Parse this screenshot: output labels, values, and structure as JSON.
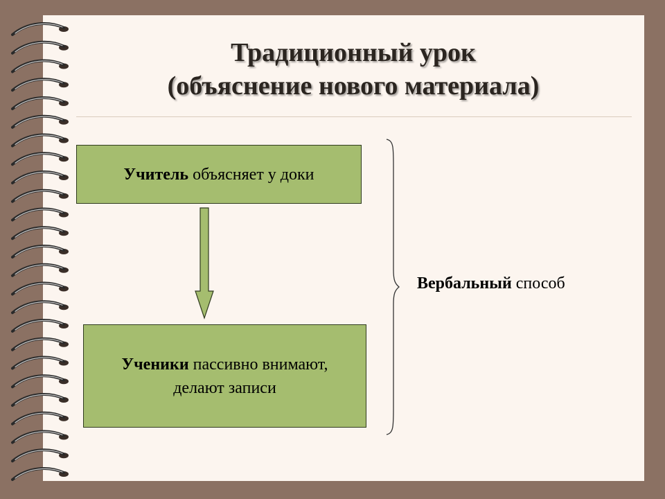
{
  "slide": {
    "title_line1": "Традиционный урок",
    "title_line2": "(объяснение нового материала)"
  },
  "teacher_box": {
    "subject": "Учитель",
    "text": "объясняет у доки"
  },
  "students_box": {
    "subject": "Ученики",
    "text_line1": "пассивно внимают,",
    "text_line2": "делают записи"
  },
  "method_label": {
    "subject": "Вербальный",
    "text": "способ"
  },
  "colors": {
    "frame": "#8b7163",
    "paper": "#fcf5ef",
    "box_fill": "#a5bd6f",
    "arrow_fill": "#a5bd6f"
  },
  "icons": {
    "binding": "spiral-binding-rings",
    "arrow": "down-arrow",
    "brace": "right-curly-brace"
  }
}
